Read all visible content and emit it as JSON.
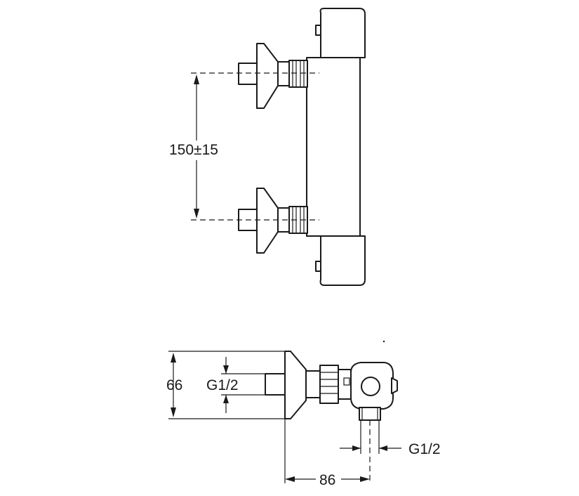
{
  "diagram": {
    "front_view": {
      "dimensions": {
        "inlet_spacing": "150±15"
      }
    },
    "side_view": {
      "dimensions": {
        "height": "66",
        "inlet_thread": "G1/2",
        "outlet_thread": "G1/2",
        "depth": "86"
      }
    }
  }
}
